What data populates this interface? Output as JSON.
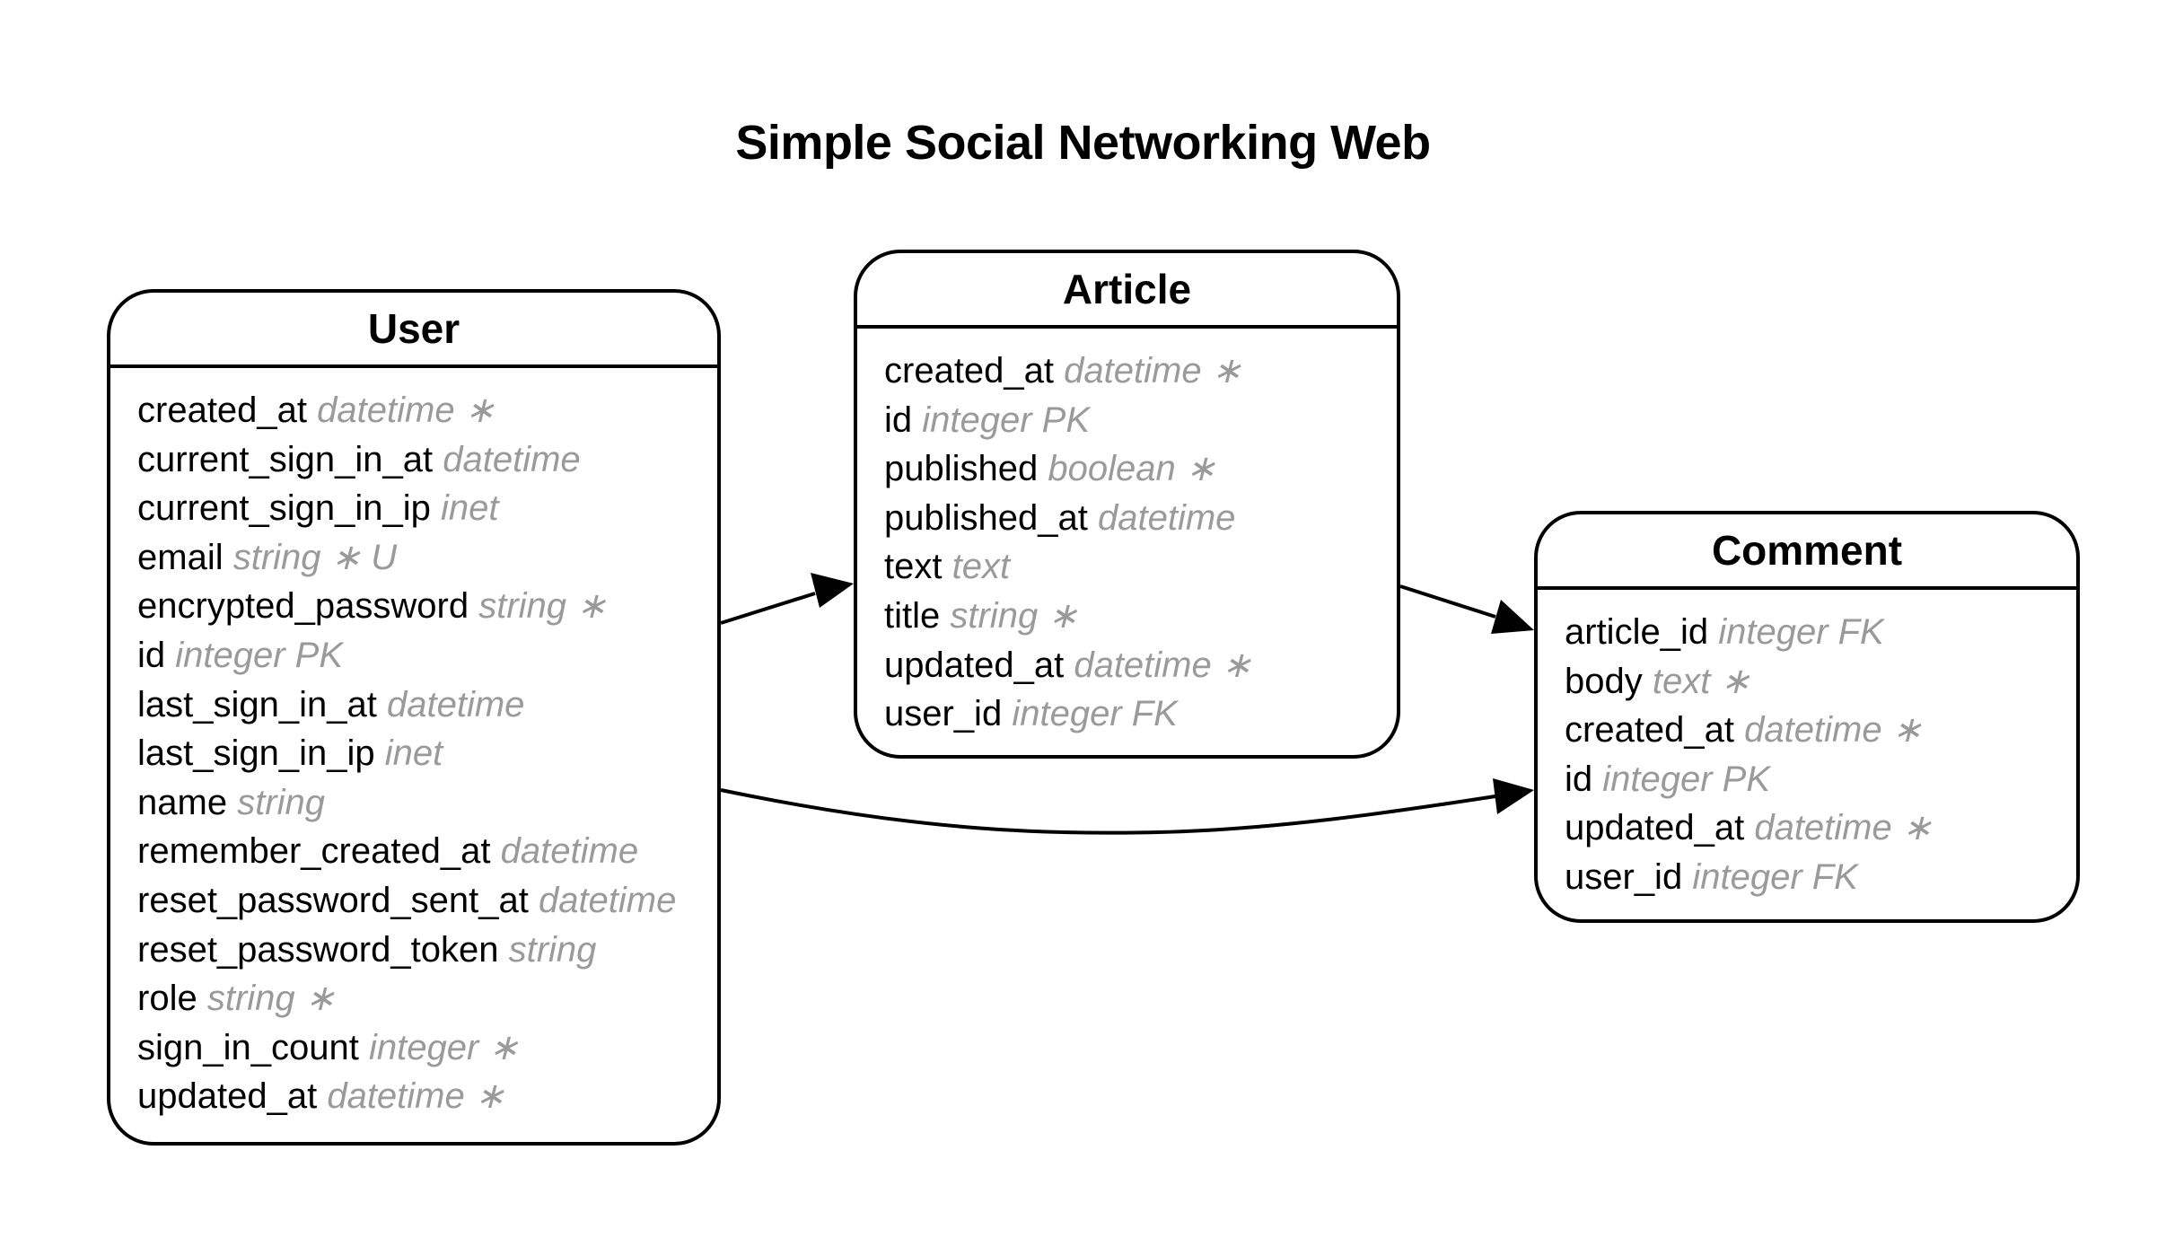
{
  "title": "Simple Social Networking Web",
  "entities": {
    "user": {
      "name": "User",
      "attributes": [
        {
          "name": "created_at",
          "type": "datetime ∗"
        },
        {
          "name": "current_sign_in_at",
          "type": "datetime"
        },
        {
          "name": "current_sign_in_ip",
          "type": "inet"
        },
        {
          "name": "email",
          "type": "string ∗ U"
        },
        {
          "name": "encrypted_password",
          "type": "string ∗"
        },
        {
          "name": "id",
          "type": "integer PK"
        },
        {
          "name": "last_sign_in_at",
          "type": "datetime"
        },
        {
          "name": "last_sign_in_ip",
          "type": "inet"
        },
        {
          "name": "name",
          "type": "string"
        },
        {
          "name": "remember_created_at",
          "type": "datetime"
        },
        {
          "name": "reset_password_sent_at",
          "type": "datetime"
        },
        {
          "name": "reset_password_token",
          "type": "string"
        },
        {
          "name": "role",
          "type": "string ∗"
        },
        {
          "name": "sign_in_count",
          "type": "integer ∗"
        },
        {
          "name": "updated_at",
          "type": "datetime ∗"
        }
      ]
    },
    "article": {
      "name": "Article",
      "attributes": [
        {
          "name": "created_at",
          "type": "datetime ∗"
        },
        {
          "name": "id",
          "type": "integer PK"
        },
        {
          "name": "published",
          "type": "boolean ∗"
        },
        {
          "name": "published_at",
          "type": "datetime"
        },
        {
          "name": "text",
          "type": "text"
        },
        {
          "name": "title",
          "type": "string ∗"
        },
        {
          "name": "updated_at",
          "type": "datetime ∗"
        },
        {
          "name": "user_id",
          "type": "integer FK"
        }
      ]
    },
    "comment": {
      "name": "Comment",
      "attributes": [
        {
          "name": "article_id",
          "type": "integer FK"
        },
        {
          "name": "body",
          "type": "text ∗"
        },
        {
          "name": "created_at",
          "type": "datetime ∗"
        },
        {
          "name": "id",
          "type": "integer PK"
        },
        {
          "name": "updated_at",
          "type": "datetime ∗"
        },
        {
          "name": "user_id",
          "type": "integer FK"
        }
      ]
    }
  },
  "relationships": [
    {
      "from": "User",
      "to": "Article"
    },
    {
      "from": "Article",
      "to": "Comment"
    },
    {
      "from": "User",
      "to": "Comment"
    }
  ]
}
